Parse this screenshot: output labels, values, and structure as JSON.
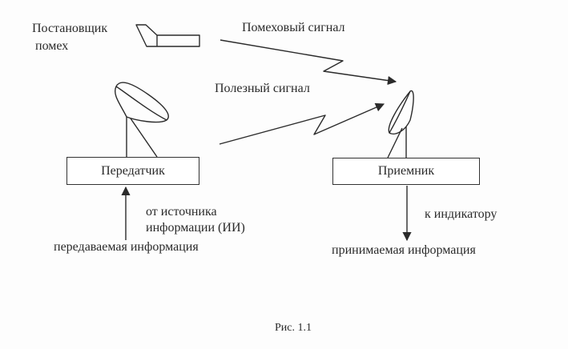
{
  "diagram": {
    "jammer": {
      "label_line1": "Постановщик",
      "label_line2": "помех"
    },
    "interference_signal": {
      "label": "Помеховый сигнал"
    },
    "useful_signal": {
      "label": "Полезный сигнал"
    },
    "transmitter": {
      "label": "Передатчик"
    },
    "receiver": {
      "label": "Приемник"
    },
    "source_note": {
      "line1": "от источника",
      "line2": "информации (ИИ)"
    },
    "transmitted_info": {
      "label": "передаваемая информация"
    },
    "indicator_note": {
      "label": "к индикатору"
    },
    "received_info": {
      "label": "принимаемая информация"
    },
    "caption": "Рис. 1.1"
  }
}
